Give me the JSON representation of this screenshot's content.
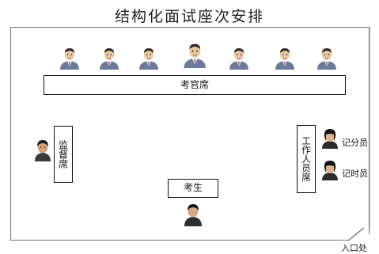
{
  "title": "结构化面试座次安排",
  "examiner_desk": "考官席",
  "supervisor_desk": "监督席",
  "staff_desk": "工作人员席",
  "candidate_desk": "考生",
  "recorder_score": "记分员",
  "recorder_time": "记时员",
  "entrance": "入口处"
}
